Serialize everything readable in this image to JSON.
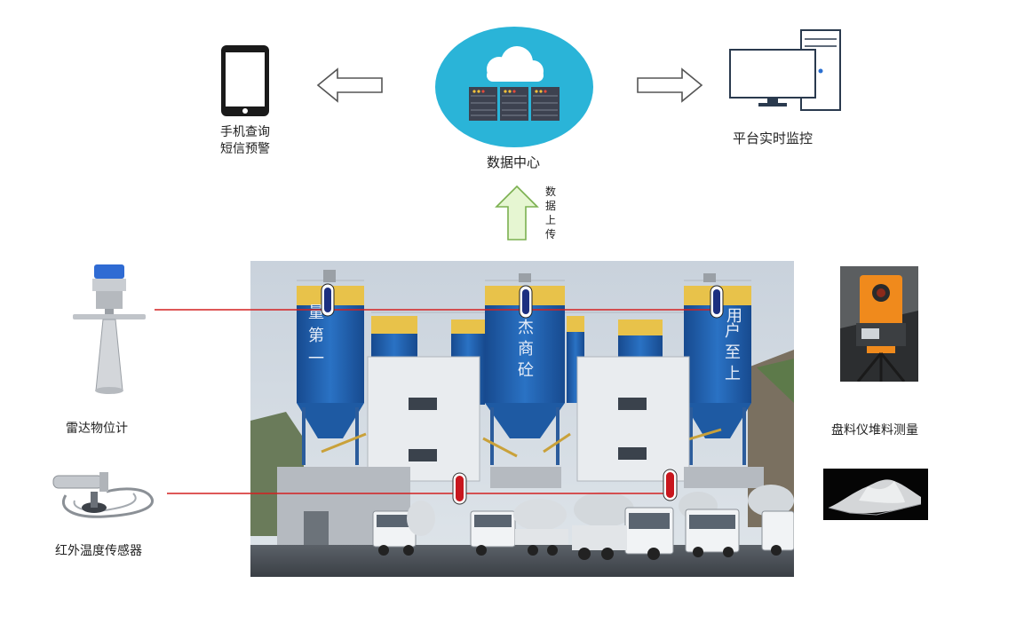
{
  "top": {
    "phone_label_line1": "手机查询",
    "phone_label_line2": "短信预警",
    "data_center_label": "数据中心",
    "monitor_label": "平台实时监控",
    "upload_label": [
      "数",
      "据",
      "上",
      "传"
    ]
  },
  "sensors": {
    "radar_label": "雷达物位计",
    "infrared_label": "红外温度传感器",
    "stockpile_label": "盘料仪堆料测量"
  },
  "silo_text": {
    "left": [
      "量",
      "第",
      "一"
    ],
    "middle": [
      "杰",
      "商",
      "砼"
    ],
    "right": [
      "户",
      "至",
      "上"
    ],
    "top_char_left": "用"
  },
  "colors": {
    "cloud_circle": "#2ab4d8",
    "link_line": "#d42020",
    "upload_arrow_fill": "#e6f6d2",
    "upload_arrow_stroke": "#7bb050",
    "silo_blue": "#1f5fb0",
    "silo_yellow": "#e8c24a"
  }
}
